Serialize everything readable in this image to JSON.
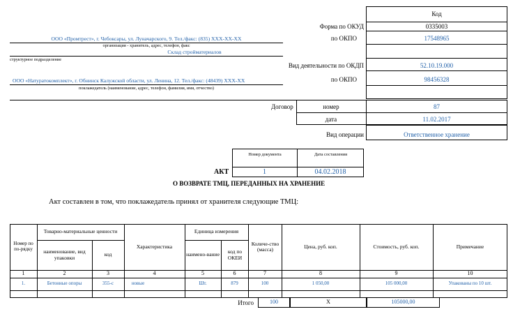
{
  "codes": {
    "header": "Код",
    "okud_label": "Форма по ОКУД",
    "okud_value": "0335003",
    "okpo1_label": "по ОКПО",
    "okpo1_value": "17548965",
    "okdp_label": "Вид деятельности по ОКДП",
    "okdp_value": "52.10.19.000",
    "okpo2_label": "по ОКПО",
    "okpo2_value": "98456328"
  },
  "keeper": {
    "org": "ООО «Промтрест», г. Чебоксары, ул. Луначарского, 9. Тел./факс: (835) ХХХ-ХХ-ХХ",
    "org_caption": "организация - хранитель, адрес, телефон, факс",
    "division": "Склад стройматериалов",
    "division_caption": "структурное подразделение"
  },
  "depositor": {
    "org": "ООО «Натуратокомплект», г. Обнинск Калужской области, ул. Ленина, 12. Тел./факс: (48439) ХХХ-ХХ",
    "caption": "поклажедатель (наименование, адрес, телефон, фамилия, имя, отчество)"
  },
  "contract": {
    "label": "Договор",
    "number_label": "номер",
    "number_value": "87",
    "date_label": "дата",
    "date_value": "11.02.2017",
    "operation_label": "Вид операции",
    "operation_value": "Ответственное хранение"
  },
  "act": {
    "title": "АКТ",
    "num_header": "Номер документа",
    "date_header": "Дата составления",
    "number": "1",
    "date": "04.02.2018",
    "subtitle": "О ВОЗВРАТЕ ТМЦ, ПЕРЕДАННЫХ НА ХРАНЕНИЕ",
    "intro": "Акт составлен в том, что поклажедатель принял от хранителя следующие ТМЦ:"
  },
  "table": {
    "headers": {
      "num": "Номер по по-рядку",
      "tmc": "Товарно-материальные ценности",
      "name": "наименование, вид упаковки",
      "code": "код",
      "char": "Характеристика",
      "unit": "Единица измерения",
      "unit_name": "наимено-вание",
      "okei": "код по ОКЕИ",
      "qty": "Количе-ство (масса)",
      "price": "Цена, руб. коп.",
      "cost": "Стоимость, руб. коп.",
      "note": "Примечание"
    },
    "col_numbers": [
      "1",
      "2",
      "3",
      "4",
      "5",
      "6",
      "7",
      "8",
      "9",
      "10"
    ],
    "row": [
      "1.",
      "Бетонные опоры",
      "355-с",
      "новые",
      "Шт.",
      "879",
      "100",
      "1 050,00",
      "105 000,00",
      "Упакованы по 10 шт."
    ],
    "total_label": "Итого",
    "total_qty": "100",
    "total_price": "Х",
    "total_cost": "105000,00"
  }
}
